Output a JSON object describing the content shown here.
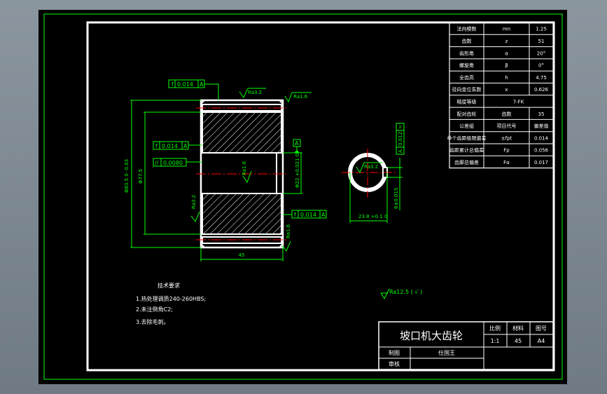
{
  "drawing": {
    "title": "坡口机大齿轮",
    "colors": {
      "background": "#000000",
      "frame": "#ffffff",
      "outer_frame": "#00ff00",
      "dimension": "#00ff00",
      "part": "#ffffff",
      "centerline": "#ff0000",
      "hatch": "#ffffff"
    }
  },
  "param_table": [
    {
      "name": "法向模数",
      "symbol": "mn",
      "value": "1.25"
    },
    {
      "name": "齿数",
      "symbol": "z",
      "value": "51"
    },
    {
      "name": "齿形角",
      "symbol": "α",
      "value": "20°"
    },
    {
      "name": "螺旋角",
      "symbol": "β",
      "value": "0°"
    },
    {
      "name": "全齿高",
      "symbol": "h",
      "value": "4.75"
    },
    {
      "name": "径向变位系数",
      "symbol": "x",
      "value": "0.626"
    },
    {
      "name": "精度等级",
      "symbol": "",
      "value": "7-FK"
    },
    {
      "name": "配对齿轮",
      "symbol": "齿数",
      "value": "35"
    },
    {
      "name": "公差组",
      "symbol": "项目代号",
      "value": "偏差值"
    },
    {
      "name": "单个齿距极限偏差",
      "symbol": "±fpt",
      "value": "0.014"
    },
    {
      "name": "齿距累计总偏差",
      "symbol": "Fp",
      "value": "0.056"
    },
    {
      "name": "齿廓总偏差",
      "symbol": "Fα",
      "value": "0.017"
    }
  ],
  "title_block": {
    "part_name": "坡口机大齿轮",
    "scale_label": "比例",
    "scale": "1:1",
    "material_label": "材料",
    "material": "45",
    "sheet_label": "图号",
    "sheet": "A4",
    "drawn_label": "制图",
    "drawn_by": "仕国王",
    "checked_label": "审核"
  },
  "tech_requirements": {
    "heading": "技术要求",
    "items": [
      "1.热处理调质240-260HBS;",
      "2.未注倒角C2;",
      "3.去除毛刺。"
    ]
  },
  "annotations": {
    "gdt_top": [
      "f",
      "0.014",
      "A"
    ],
    "gdt_mid": [
      "f",
      "0.014",
      "A"
    ],
    "gdt_bottom": [
      "f",
      "0.014",
      "A"
    ],
    "gdt_parallel": [
      "//",
      "0.0080"
    ],
    "gdt_key": [
      "=",
      "0.012",
      "A"
    ],
    "datum": "A",
    "surface_left": "Ra3.2",
    "surface_right": "Ra1.6",
    "surface_bore": "Ra1.6",
    "surface_lower": "Ra3.2",
    "surface_chamfer": "Ra1.6",
    "surface_keyway": "Ra3.2",
    "surface_general": "Ra12.5 ( √ )",
    "dim_outer": "Φ83.5 0 -0.03",
    "dim_root": "Φ77.5",
    "dim_bore": "Φ22 +0.021 0",
    "dim_width": "45",
    "dim_key_depth": "23.8 +0.1 0",
    "dim_key_width": "6±0.015"
  }
}
